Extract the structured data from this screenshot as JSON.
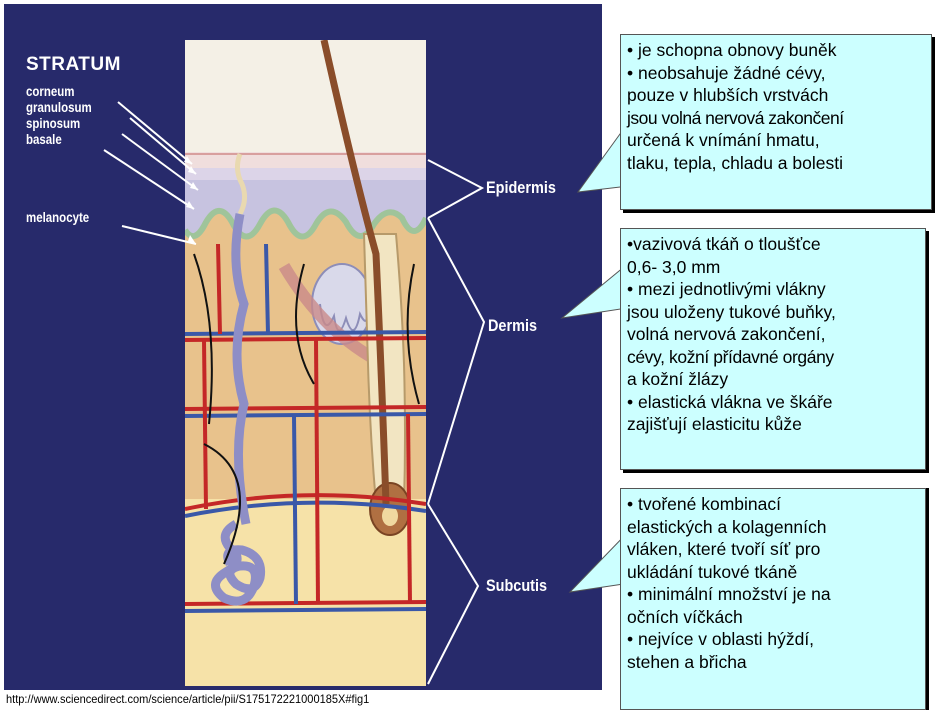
{
  "diagram": {
    "stratum_title": "STRATUM",
    "stratum_labels": [
      "corneum",
      "granulosum",
      "spinosum",
      "basale"
    ],
    "melanocyte_label": "melanocyte",
    "layers": [
      "Epidermis",
      "Dermis",
      "Subcutis"
    ]
  },
  "callouts": {
    "epidermis": [
      "• je schopna obnovy buněk",
      "• neobsahuje žádné cévy,",
      "pouze v hlubších vrstvách",
      "jsou volná nervová zakončení",
      "určená k vnímání hmatu,",
      "tlaku, tepla, chladu a bolesti"
    ],
    "dermis": [
      "•vazivová tkáň o tloušťce",
      "0,6- 3,0 mm",
      "• mezi jednotlivými vlákny",
      "jsou uloženy tukové buňky,",
      "volná nervová zakončení,",
      "cévy, kožní přídavné orgány",
      "a kožní žlázy",
      "• elastická vlákna ve škáře",
      "zajišťují elasticitu kůže"
    ],
    "subcutis": [
      "• tvořené kombinací",
      "elastických a kolagenních",
      "vláken, které tvoří síť pro",
      "ukládání tukové tkáně",
      "• minimální množství je na",
      "očních víčkách",
      "• nejvíce v oblasti hýždí,",
      "stehen a břicha"
    ]
  },
  "source_url": "http://www.sciencedirect.com/science/article/pii/S175172221000185X#fig1",
  "colors": {
    "panel_bg": "#272a6b",
    "callout_bg": "#ccffff",
    "dermis": "#e8c28c",
    "subcutis": "#f6e2a8",
    "epidermis": "#c7c3e0",
    "vein": "#3a58a8",
    "artery": "#c42727",
    "hair": "#8a4d2a"
  }
}
